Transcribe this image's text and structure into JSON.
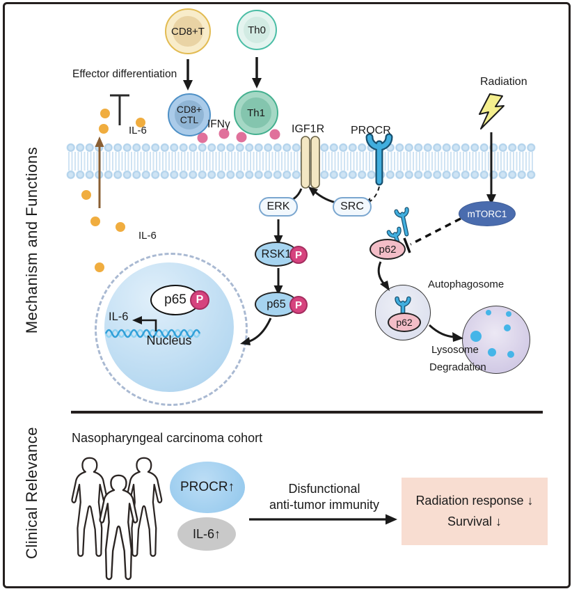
{
  "sections": {
    "mechanism_label": "Mechanism and Functions",
    "clinical_label": "Clinical Relevance"
  },
  "mechanism": {
    "cells": {
      "cd8t": "CD8+T",
      "th0": "Th0",
      "cd8ctl_line1": "CD8+",
      "cd8ctl_line2": "CTL",
      "th1": "Th1"
    },
    "labels": {
      "effector_differentiation": "Effector differentiation",
      "il6_upper": "IL-6",
      "il6_cytoplasm": "IL-6",
      "ifngamma": "IFNγ",
      "igf1r": "IGF1R",
      "procr": "PROCR",
      "radiation": "Radiation",
      "autophagosome": "Autophagosome",
      "lysosome": "Lysosome",
      "degradation": "Degradation",
      "nucleus": "Nucleus",
      "il6_gene": "IL-6"
    },
    "molecules": {
      "erk": "ERK",
      "src": "SRC",
      "rsk1": "RSK1",
      "p65": "p65",
      "p65_nuclear": "p65",
      "phospho": "P",
      "p62": "p62",
      "p62_autophagosome": "p62",
      "mtorc1": "mTORC1"
    }
  },
  "clinical": {
    "cohort_title": "Nasopharyngeal carcinoma cohort",
    "procr_marker": "PROCR↑",
    "il6_marker": "IL-6↑",
    "effect_line1": "Disfunctional",
    "effect_line2": "anti-tumor immunity",
    "outcome_line1": "Radiation response ↓",
    "outcome_line2": "Survival ↓"
  },
  "colors": {
    "membrane_blue": "#a9cde9",
    "il6_dot_yellow": "#f0ad3f",
    "ifng_dot_pink": "#e0719b",
    "phospho_pink": "#d6437e",
    "protein_blue": "#a6d4f0",
    "p62_pink": "#f3bdc7",
    "mtorc1_blue": "#4a6cae",
    "procr_receptor_blue": "#41aede",
    "igf1r_cream": "#f3e7c3",
    "nucleus_blue": "#b7d9f1",
    "autophagosome_lavender": "#dcdfee",
    "lysosome_purple": "#c8bfe0",
    "outcome_box_pink": "#f8ddd1",
    "radiation_bolt_yellow": "#f5ef8e",
    "secretion_arrow_brown": "#8a5f33"
  }
}
